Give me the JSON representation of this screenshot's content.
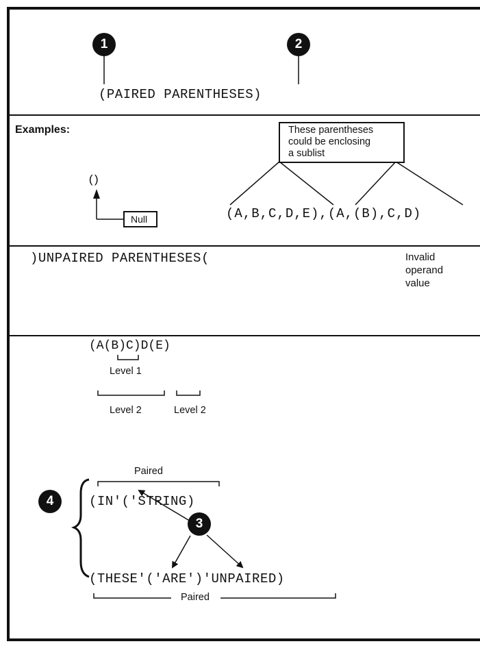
{
  "section1": {
    "callout_1": "1",
    "callout_2": "2",
    "code": "(PAIRED PARENTHESES)"
  },
  "section2": {
    "heading": "Examples:",
    "note_lines": [
      "These parentheses",
      "could be enclosing",
      "a sublist"
    ],
    "null_code": "()",
    "null_label": "Null",
    "sublist_code": "(A,B,C,D,E),(A,(B),C,D)"
  },
  "section3": {
    "code": ")UNPAIRED PARENTHESES(",
    "note_lines": [
      "Invalid",
      "operand",
      "value"
    ]
  },
  "section4": {
    "level_code": "(A(B)C)D(E)",
    "level_1": "Level 1",
    "level_2a": "Level 2",
    "level_2b": "Level 2",
    "paired_top": "Paired",
    "callout_4": "4",
    "string_code": "(IN'('STRING)",
    "callout_3": "3",
    "these_code": "(THESE'('ARE')'UNPAIRED)",
    "paired_bottom": "Paired"
  }
}
